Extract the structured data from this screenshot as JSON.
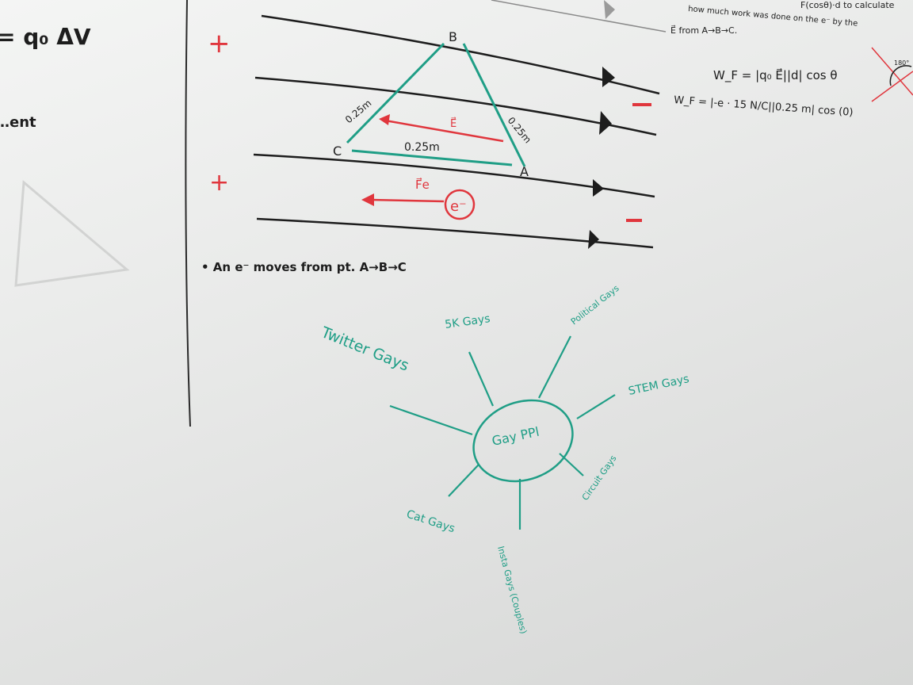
{
  "physics": {
    "left_fragment": "= q₀ ΔV",
    "left_fragment2": "…ent",
    "plus_signs": [
      "+",
      "+"
    ],
    "minus_signs": [
      "−",
      "−"
    ],
    "vertex_a": "A",
    "vertex_b": "B",
    "vertex_c": "C",
    "side_cb": "0.25m",
    "side_ab": "0.25m",
    "side_ca": "0.25m",
    "field_label": "E⃗",
    "force_label": "F⃗e",
    "electron": "e⁻",
    "note": "• An e⁻ moves from pt. A→B→C",
    "top_right_line1": "F(cosθ)·d to calculate",
    "top_right_line2": "how much work was done on the e⁻ by the",
    "top_right_line3": "E⃗ from A→B→C.",
    "work_eq1": "W_F = |q₀ E⃗||d| cos θ",
    "work_eq2": "W_F = |-e · 15 N/C||0.25 m| cos (0)",
    "corner_angle": "180°"
  },
  "mindmap": {
    "center": "Gay PPl",
    "nodes": [
      "Twitter Gays",
      "5K Gays",
      "Political Gays",
      "STEM Gays",
      "Circuit Gays",
      "Insta Gays (Couples)",
      "Cat Gays"
    ]
  },
  "colors": {
    "board": "#ecedec",
    "marker_black": "#1d1d1d",
    "marker_teal": "#1f9e86",
    "marker_red": "#e0363d"
  }
}
